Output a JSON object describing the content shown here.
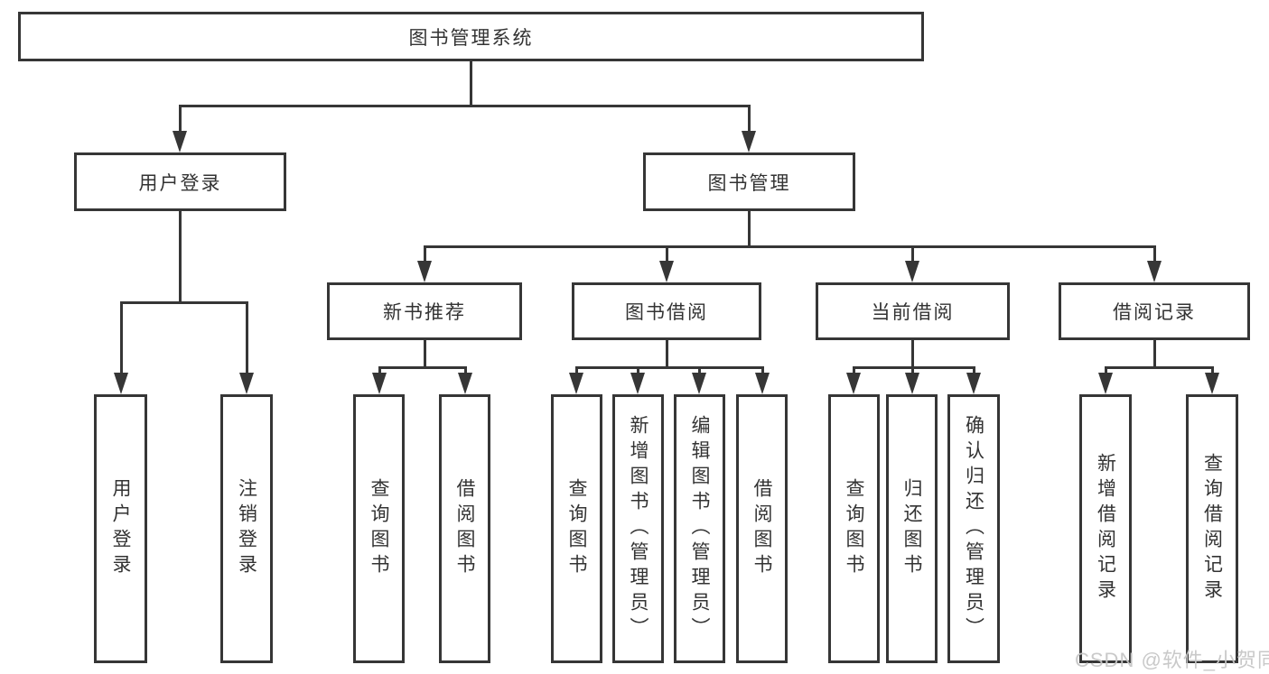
{
  "diagram": {
    "root_label": "图书管理系统",
    "level2": {
      "user_login": "用户登录",
      "book_management": "图书管理"
    },
    "level3": {
      "new_book_rec": "新书推荐",
      "book_borrow": "图书借阅",
      "current_borrow": "当前借阅",
      "borrow_records": "借阅记录"
    },
    "leaves": {
      "user_login_1": "用户登录",
      "user_login_2": "注销登录",
      "new_book_1": "查询图书",
      "new_book_2": "借阅图书",
      "borrow_1": "查询图书",
      "borrow_2": "新增图书（管理员）",
      "borrow_3": "编辑图书（管理员）",
      "borrow_4": "借阅图书",
      "current_1": "查询图书",
      "current_2": "归还图书",
      "current_3": "确认归还（管理员）",
      "records_1": "新增借阅记录",
      "records_2": "查询借阅记录"
    },
    "watermark": "CSDN @软件_小贺同学"
  },
  "colors": {
    "line": "#363636",
    "text": "#333333",
    "watermark": "#c6c6c6",
    "background": "#ffffff"
  }
}
